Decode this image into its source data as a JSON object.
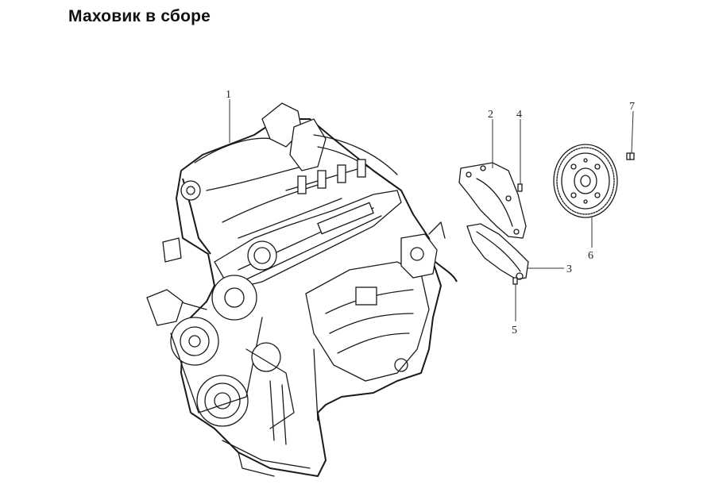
{
  "title": "Маховик в сборе",
  "callouts": [
    {
      "id": "1",
      "label": "1"
    },
    {
      "id": "2",
      "label": "2"
    },
    {
      "id": "3",
      "label": "3"
    },
    {
      "id": "4",
      "label": "4"
    },
    {
      "id": "5",
      "label": "5"
    },
    {
      "id": "6",
      "label": "6"
    },
    {
      "id": "7",
      "label": "7"
    }
  ]
}
